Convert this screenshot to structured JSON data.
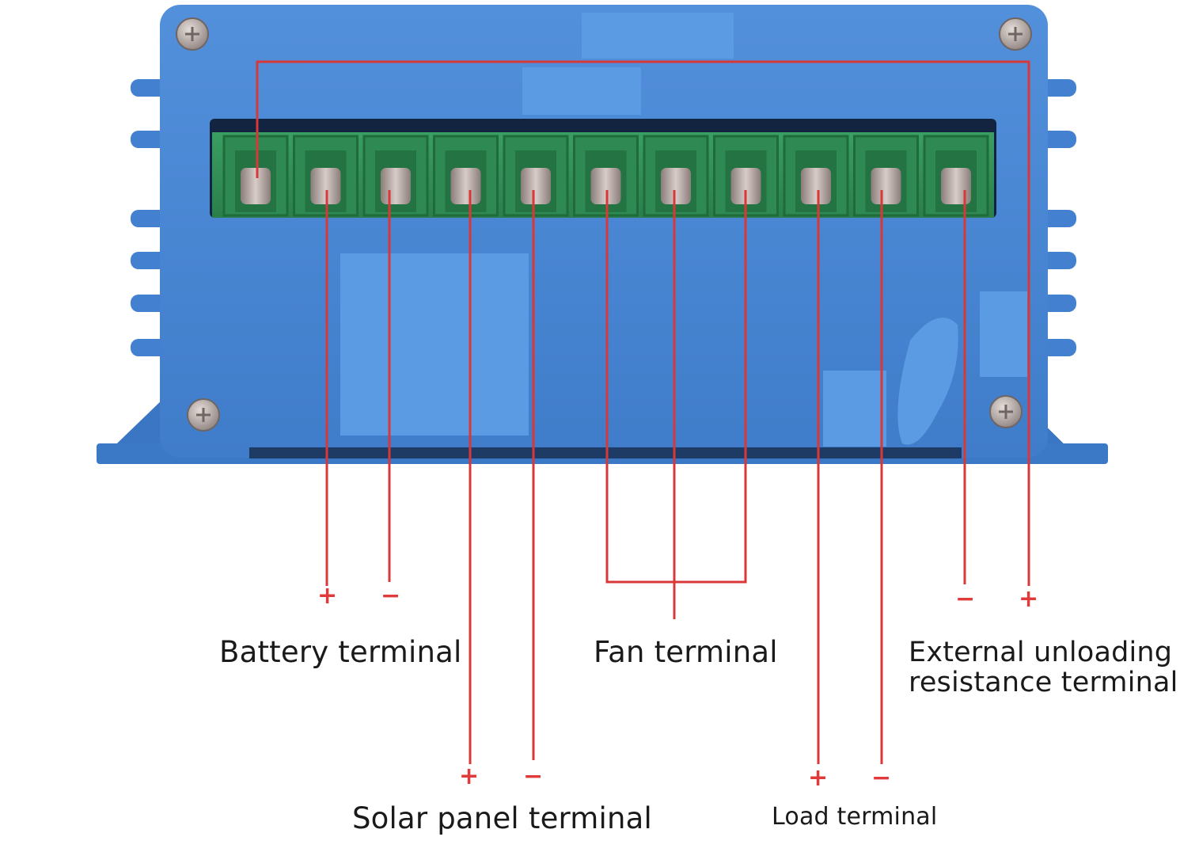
{
  "colors": {
    "housing": "#4a86d4",
    "housing_dark": "#2f66b3",
    "terminal_block": "#2f8f55",
    "terminal_block_dark": "#1f6b3c",
    "screw": "#b8aaa6",
    "wire": "#d93838",
    "label_text": "#1a1a1a"
  },
  "icons": [
    "screw-icon",
    "terminal-screw-icon",
    "heatsink-fin"
  ],
  "terminal_count": 11,
  "groups": {
    "battery": {
      "label": "Battery terminal",
      "plus": "+",
      "minus": "−"
    },
    "solar": {
      "label": "Solar panel terminal",
      "plus": "+",
      "minus": "−"
    },
    "fan": {
      "label": "Fan terminal"
    },
    "load": {
      "label": "Load terminal",
      "plus": "+",
      "minus": "−"
    },
    "external": {
      "label_line1": "External unloading",
      "label_line2": "resistance terminal",
      "plus": "+",
      "minus": "−"
    }
  }
}
